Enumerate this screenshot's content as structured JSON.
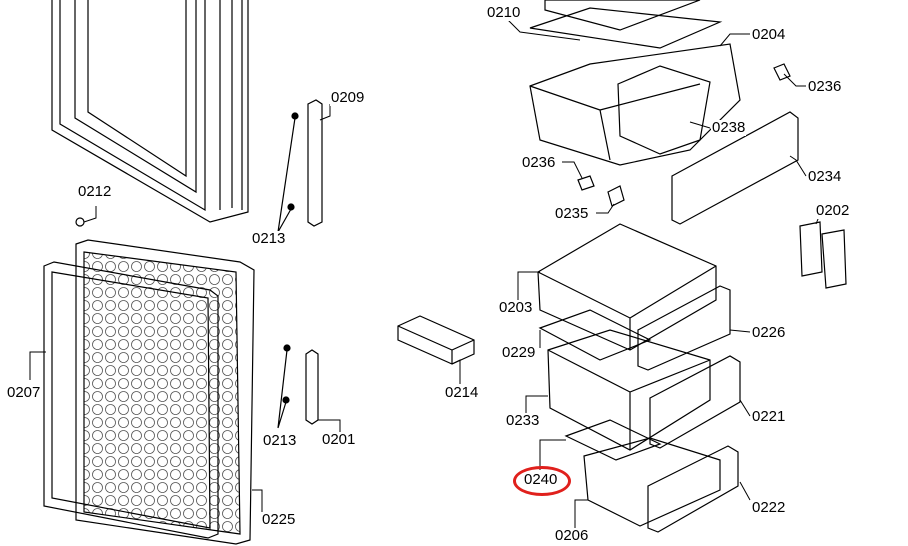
{
  "diagram": {
    "highlight_color": "#e0201c",
    "highlighted_part": "0240",
    "labels": {
      "p0210": "0210",
      "p0204": "0204",
      "p0236a": "0236",
      "p0209": "0209",
      "p0238": "0238",
      "p0236b": "0236",
      "p0234": "0234",
      "p0212": "0212",
      "p0235": "0235",
      "p0202": "0202",
      "p0213a": "0213",
      "p0203": "0203",
      "p0226": "0226",
      "p0229": "0229",
      "p0207": "0207",
      "p0214": "0214",
      "p0221": "0221",
      "p0233": "0233",
      "p0213b": "0213",
      "p0201": "0201",
      "p0240": "0240",
      "p0222": "0222",
      "p0225": "0225",
      "p0206": "0206"
    }
  }
}
